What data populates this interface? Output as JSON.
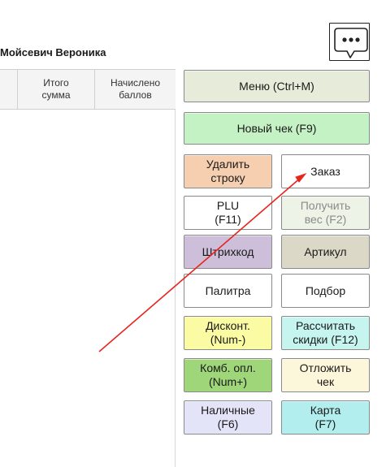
{
  "cashier_name": "Мойсевич Вероника",
  "table": {
    "headers": [
      "",
      "Итого\nсумма",
      "Начислено\nбаллов"
    ]
  },
  "buttons": {
    "menu": "Меню (Ctrl+M)",
    "new_receipt": "Новый чек (F9)",
    "delete_row": "Удалить\nстроку",
    "order": "Заказ",
    "plu": "PLU\n(F11)",
    "get_weight": "Получить\nвес (F2)",
    "barcode": "Штрихкод",
    "article": "Артикул",
    "palette": "Палитра",
    "selection": "Подбор",
    "discount": "Дисконт.\n(Num-)",
    "calc_discounts": "Рассчитать\nскидки (F12)",
    "combined_payment": "Комб. опл.\n(Num+)",
    "postpone_receipt": "Отложить\nчек",
    "cash": "Наличные\n(F6)",
    "card": "Карта\n(F7)"
  },
  "colors": {
    "menu": "#e7ecda",
    "new_receipt": "#c4f2c4",
    "delete_row": "#f6cfb0",
    "plain": "#ffffff",
    "disabled": "#eef3e8",
    "barcode": "#cdbfd9",
    "article": "#dcd8c8",
    "discount": "#fbfba3",
    "calc_discounts": "#c6f5f0",
    "combined_payment": "#9fd67a",
    "postpone_receipt": "#fcf6da",
    "cash": "#e4e4f8",
    "card": "#b2eeee",
    "arrow": "#e8241c"
  },
  "icons": {
    "chat": "speech-bubble-ellipsis-icon"
  },
  "annotation": {
    "type": "arrow",
    "points_to": "order-button"
  }
}
